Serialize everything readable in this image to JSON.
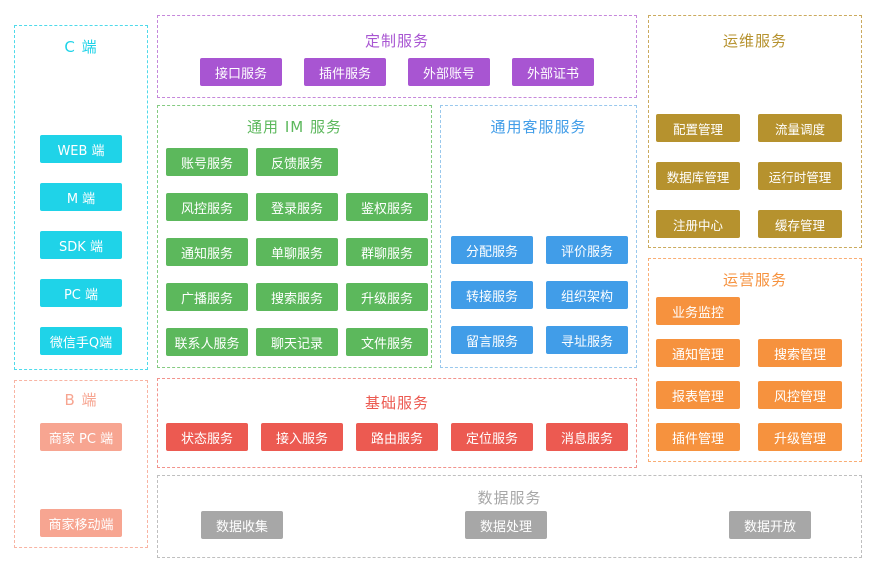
{
  "sections": {
    "c_side": {
      "title": "C 端",
      "color": "#1fd3e8",
      "items": [
        "WEB 端",
        "M 端",
        "SDK 端",
        "PC 端",
        "微信手Q端"
      ]
    },
    "b_side": {
      "title": "B 端",
      "color": "#f7a591",
      "items": [
        "商家 PC 端",
        "商家移动端"
      ]
    },
    "custom": {
      "title": "定制服务",
      "color": "#a855d2",
      "items": [
        "接口服务",
        "插件服务",
        "外部账号",
        "外部证书"
      ]
    },
    "im": {
      "title": "通用 IM 服务",
      "color": "#5cb85c",
      "items": [
        "账号服务",
        "反馈服务",
        "风控服务",
        "登录服务",
        "鉴权服务",
        "通知服务",
        "单聊服务",
        "群聊服务",
        "广播服务",
        "搜索服务",
        "升级服务",
        "联系人服务",
        "聊天记录",
        "文件服务"
      ]
    },
    "cs": {
      "title": "通用客服服务",
      "color": "#419de8",
      "items": [
        "分配服务",
        "评价服务",
        "转接服务",
        "组织架构",
        "留言服务",
        "寻址服务"
      ]
    },
    "ops": {
      "title": "运维服务",
      "color": "#b6922e",
      "items": [
        "配置管理",
        "流量调度",
        "数据库管理",
        "运行时管理",
        "注册中心",
        "缓存管理"
      ]
    },
    "biz": {
      "title": "运营服务",
      "color": "#f6923e",
      "items": [
        "业务监控",
        "通知管理",
        "搜索管理",
        "报表管理",
        "风控管理",
        "插件管理",
        "升级管理"
      ]
    },
    "base": {
      "title": "基础服务",
      "color": "#ec5a51",
      "items": [
        "状态服务",
        "接入服务",
        "路由服务",
        "定位服务",
        "消息服务"
      ]
    },
    "data": {
      "title": "数据服务",
      "color": "#a7a7a7",
      "items": [
        "数据收集",
        "数据处理",
        "数据开放"
      ]
    }
  }
}
